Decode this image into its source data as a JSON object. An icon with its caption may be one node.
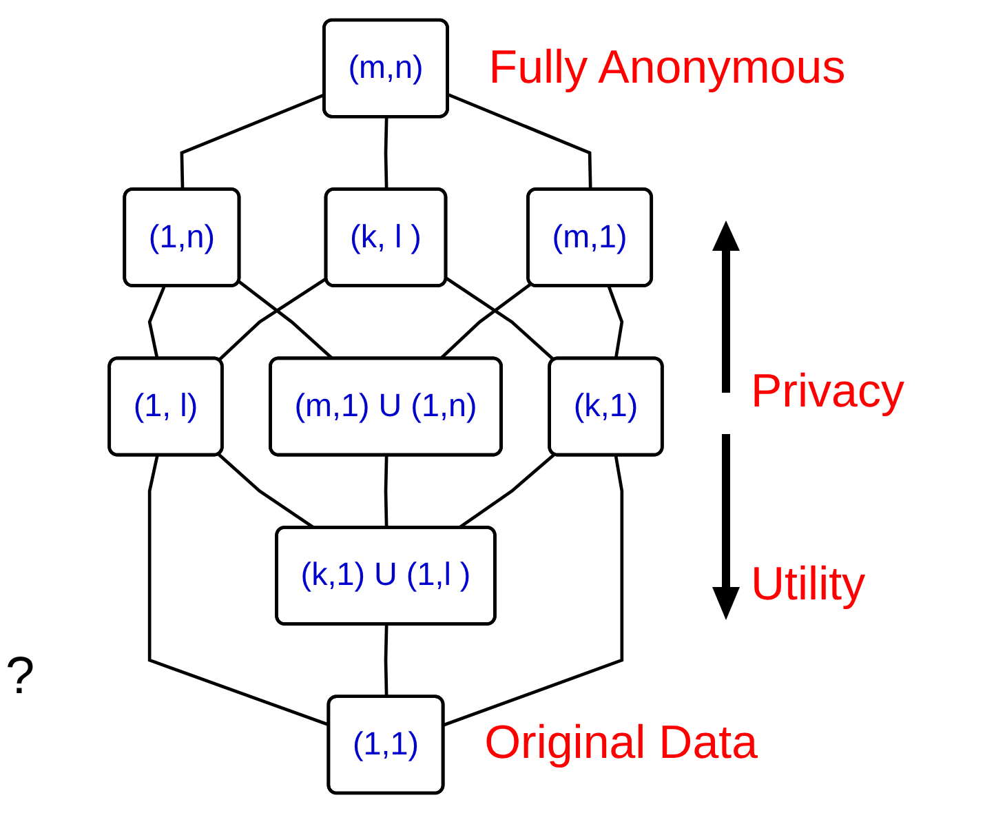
{
  "diagram": {
    "nodes": [
      {
        "text": [
          "(m,n)"
        ],
        "beside": [
          "Fully Anonymous"
        ]
      },
      {
        "text": [
          "(1,n)"
        ]
      },
      {
        "text": [
          "(k, l )"
        ]
      },
      {
        "text": [
          "(m,1)"
        ]
      },
      {
        "text": [
          "(1, l)"
        ]
      },
      {
        "text": [
          "(m,1) U (1,n)"
        ]
      },
      {
        "text": [
          "(k,1)"
        ]
      },
      {
        "text": [
          "(k,1) U (1,l )"
        ]
      },
      {
        "text": [
          "(1,1)"
        ],
        "beside": [
          "Original Data"
        ]
      }
    ],
    "edges": [
      {
        "from": 0,
        "to": 1,
        "arrow": "none"
      },
      {
        "from": 0,
        "to": 2,
        "arrow": "none"
      },
      {
        "from": 0,
        "to": 3,
        "arrow": "none"
      },
      {
        "from": 1,
        "to": 4,
        "arrow": "none"
      },
      {
        "from": 1,
        "to": 5,
        "arrow": "none"
      },
      {
        "from": 2,
        "to": 4,
        "arrow": "none"
      },
      {
        "from": 2,
        "to": 6,
        "arrow": "none"
      },
      {
        "from": 3,
        "to": 5,
        "arrow": "none"
      },
      {
        "from": 3,
        "to": 6,
        "arrow": "none"
      },
      {
        "from": 4,
        "to": 7,
        "arrow": "none"
      },
      {
        "from": 5,
        "to": 7,
        "arrow": "none"
      },
      {
        "from": 6,
        "to": 7,
        "arrow": "none"
      },
      {
        "from": 4,
        "to": 8,
        "arrow": "none"
      },
      {
        "from": 7,
        "to": 8,
        "arrow": "none"
      },
      {
        "from": 6,
        "to": 8,
        "arrow": "none"
      }
    ],
    "labels": [
      "Privacy",
      "Utility",
      "?"
    ]
  }
}
